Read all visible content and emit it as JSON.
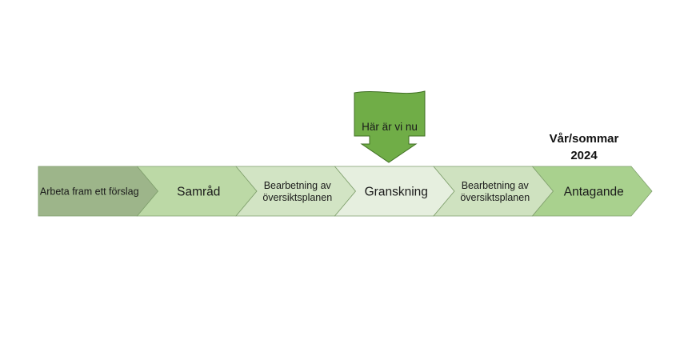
{
  "process": {
    "steps": [
      {
        "lines": [
          "Arbeta fram ett förslag"
        ],
        "size": "small",
        "fill": "#9db58a"
      },
      {
        "lines": [
          "Samråd"
        ],
        "size": "large",
        "fill": "#bcd9a6"
      },
      {
        "lines": [
          "Bearbetning av",
          "översiktsplanen"
        ],
        "size": "small",
        "fill": "#d2e4c4"
      },
      {
        "lines": [
          "Granskning"
        ],
        "size": "large",
        "fill": "#e6efdf"
      },
      {
        "lines": [
          "Bearbetning av",
          "översiktsplanen"
        ],
        "size": "small",
        "fill": "#cfe2c0"
      },
      {
        "lines": [
          "Antagande"
        ],
        "size": "large",
        "fill": "#a9d18e"
      }
    ],
    "current_step_index": 3
  },
  "marker": {
    "label": "Här är vi nu",
    "fill": "#70ad47",
    "stroke": "#3f6e23"
  },
  "milestone": {
    "line1": "Vår/sommar",
    "line2": "2024"
  }
}
